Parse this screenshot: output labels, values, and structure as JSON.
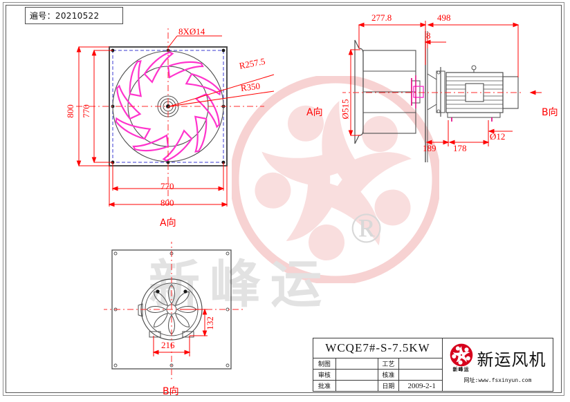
{
  "sheet": {
    "code_box_label": "遍号：20210522"
  },
  "views": {
    "front": {
      "caption": "A向",
      "hole_callout": "8XØ14",
      "radius_outer": "R350",
      "radius_inner": "R257.5",
      "dim_width_outer": "800",
      "dim_width_inner": "770",
      "dim_height_outer": "800",
      "dim_height_inner": "770"
    },
    "side": {
      "arrow_left_label": "A向",
      "arrow_right_label": "B向",
      "dim_housing_depth": "277.8",
      "dim_total_length": "498",
      "dim_plate_thickness": "8",
      "dim_impeller_diameter": "Ø515",
      "dim_foot_offset": "189",
      "dim_foot_span": "178",
      "dim_foot_hole": "Ø12"
    },
    "bottom": {
      "caption": "B向",
      "dim_base_width": "216",
      "dim_base_height": "132"
    }
  },
  "title_block": {
    "part_number": "WCQE7#-S-7.5KW",
    "rows": [
      {
        "key_left": "制图",
        "value_left": "",
        "key_right": "工艺",
        "value_right": ""
      },
      {
        "key_left": "审核",
        "value_left": "",
        "key_right": "核准",
        "value_right": ""
      },
      {
        "key_left": "批准",
        "value_left": "",
        "key_right": "日期",
        "value_right": "2009-2-1"
      }
    ],
    "company": {
      "logo_subtext": "新峰运",
      "name": "新运风机",
      "website": "网址:www.fsxinyun.com"
    }
  },
  "watermark": {
    "text": "新峰运",
    "registered_mark": "®"
  },
  "colors": {
    "dimension": "#ff0000",
    "geometry": "#4d4d4d",
    "blade": "#ff33cc",
    "plate": "#3a3ad0",
    "watermark_logo": "#f7d6d6",
    "watermark_text": "#e2e2e2",
    "brand_red": "#d6001c"
  }
}
